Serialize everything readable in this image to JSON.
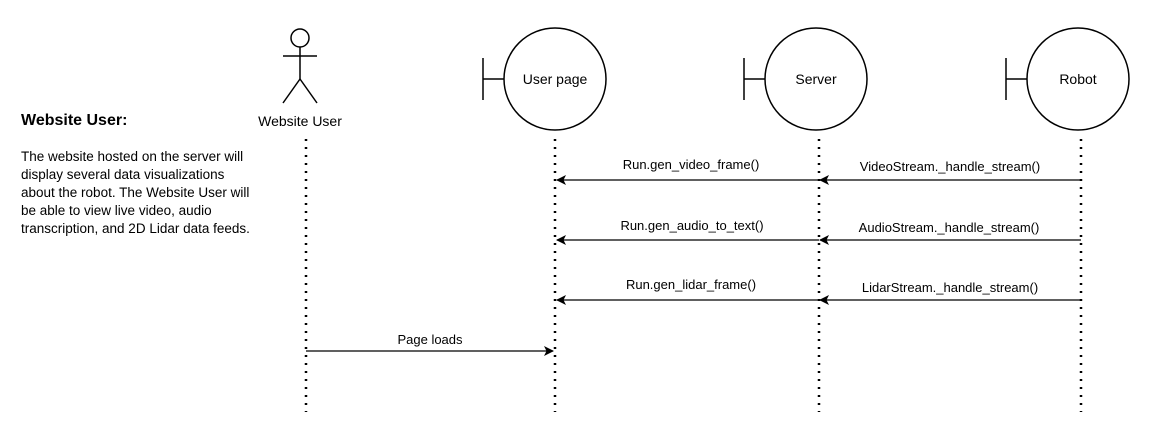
{
  "note": {
    "title": "Website User:",
    "body": "The website hosted on the server will display several data visualizations about the robot. The Website User will be able to view live video, audio transcription, and 2D Lidar data feeds."
  },
  "participants": {
    "website_user": {
      "label": "Website User",
      "kind": "actor"
    },
    "user_page": {
      "label": "User page",
      "kind": "boundary"
    },
    "server": {
      "label": "Server",
      "kind": "boundary"
    },
    "robot": {
      "label": "Robot",
      "kind": "boundary"
    }
  },
  "messages": [
    {
      "from": "robot",
      "to": "server",
      "label": "VideoStream._handle_stream()"
    },
    {
      "from": "server",
      "to": "user_page",
      "label": "Run.gen_video_frame()"
    },
    {
      "from": "robot",
      "to": "server",
      "label": "AudioStream._handle_stream()"
    },
    {
      "from": "server",
      "to": "user_page",
      "label": "Run.gen_audio_to_text()"
    },
    {
      "from": "robot",
      "to": "server",
      "label": "LidarStream._handle_stream()"
    },
    {
      "from": "server",
      "to": "user_page",
      "label": "Run.gen_lidar_frame()"
    },
    {
      "from": "website_user",
      "to": "user_page",
      "label": "Page loads"
    }
  ],
  "colors": {
    "stroke": "#000000",
    "fill": "#ffffff",
    "text": "#000000"
  }
}
